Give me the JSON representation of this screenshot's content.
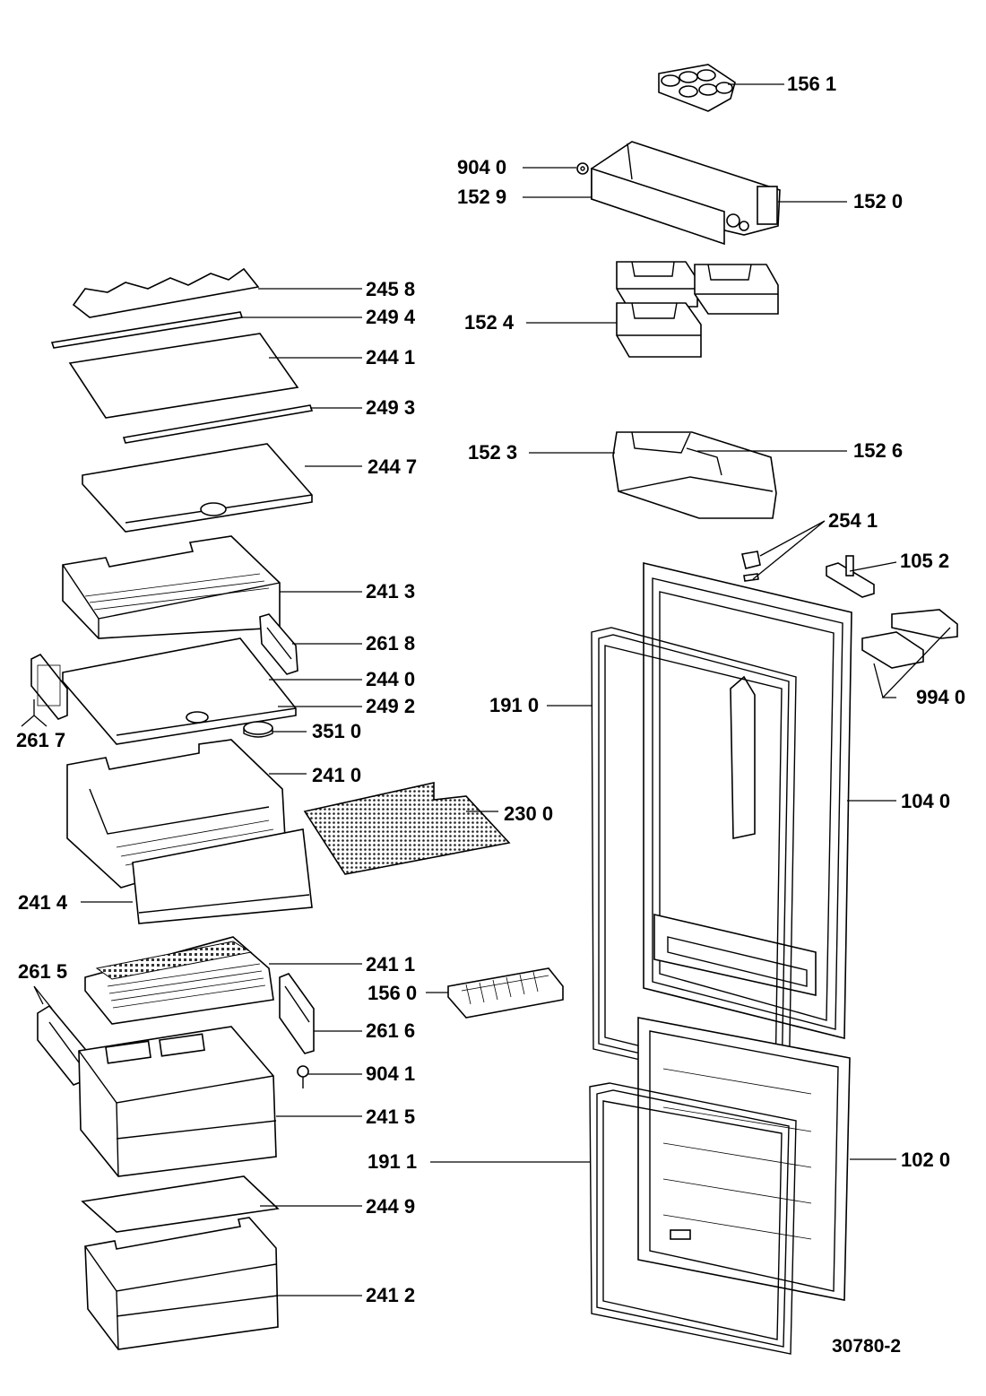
{
  "drawing_number": "30780-2",
  "labels": {
    "l1561": "156 1",
    "l9040": "904 0",
    "l1529": "152 9",
    "l1520": "152 0",
    "l2458": "245 8",
    "l2494": "249 4",
    "l1524": "152 4",
    "l2441": "244 1",
    "l2493": "249 3",
    "l1523": "152 3",
    "l1526": "152 6",
    "l2447": "244 7",
    "l2541": "254 1",
    "l1052": "105 2",
    "l2413": "241 3",
    "l2618": "261 8",
    "l2440": "244 0",
    "l2492": "249 2",
    "l2617": "261 7",
    "l1910": "191 0",
    "l9940": "994 0",
    "l3510": "351 0",
    "l2410": "241 0",
    "l1040": "104 0",
    "l2300": "230 0",
    "l2414": "241 4",
    "l2411": "241 1",
    "l2615": "261 5",
    "l1560": "156 0",
    "l2616": "261 6",
    "l9041": "904 1",
    "l2415": "241 5",
    "l1911": "191 1",
    "l1020": "102 0",
    "l2449": "244 9",
    "l2412": "241 2"
  }
}
